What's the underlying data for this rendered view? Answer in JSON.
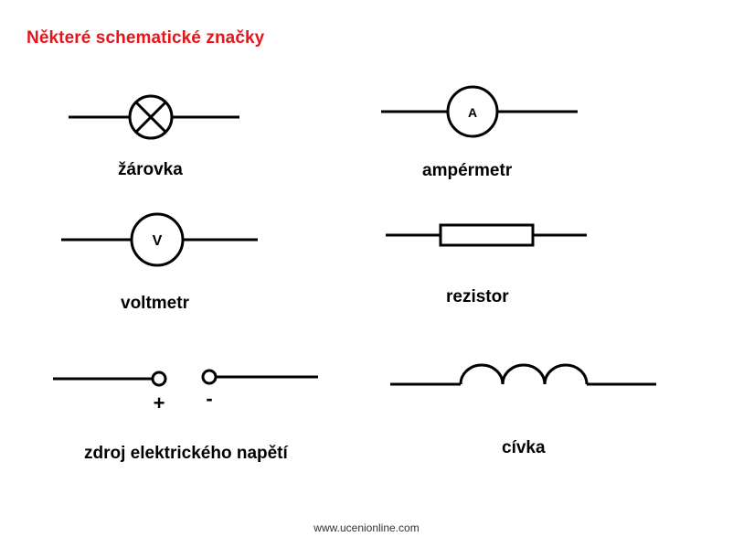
{
  "title": "Některé schematické značky",
  "symbols": {
    "lamp": {
      "label": "žárovka"
    },
    "ammeter": {
      "label": "ampérmetr",
      "glyph": "A"
    },
    "voltmeter": {
      "label": "voltmetr",
      "glyph": "V"
    },
    "resistor": {
      "label": "rezistor"
    },
    "voltage_source": {
      "label": "zdroj elektrického napětí",
      "plus": "+",
      "minus": "-"
    },
    "coil": {
      "label": "cívka"
    }
  },
  "footer": "www.ucenionline.com",
  "colors": {
    "title": "#e8141b",
    "lines": "#000000"
  }
}
